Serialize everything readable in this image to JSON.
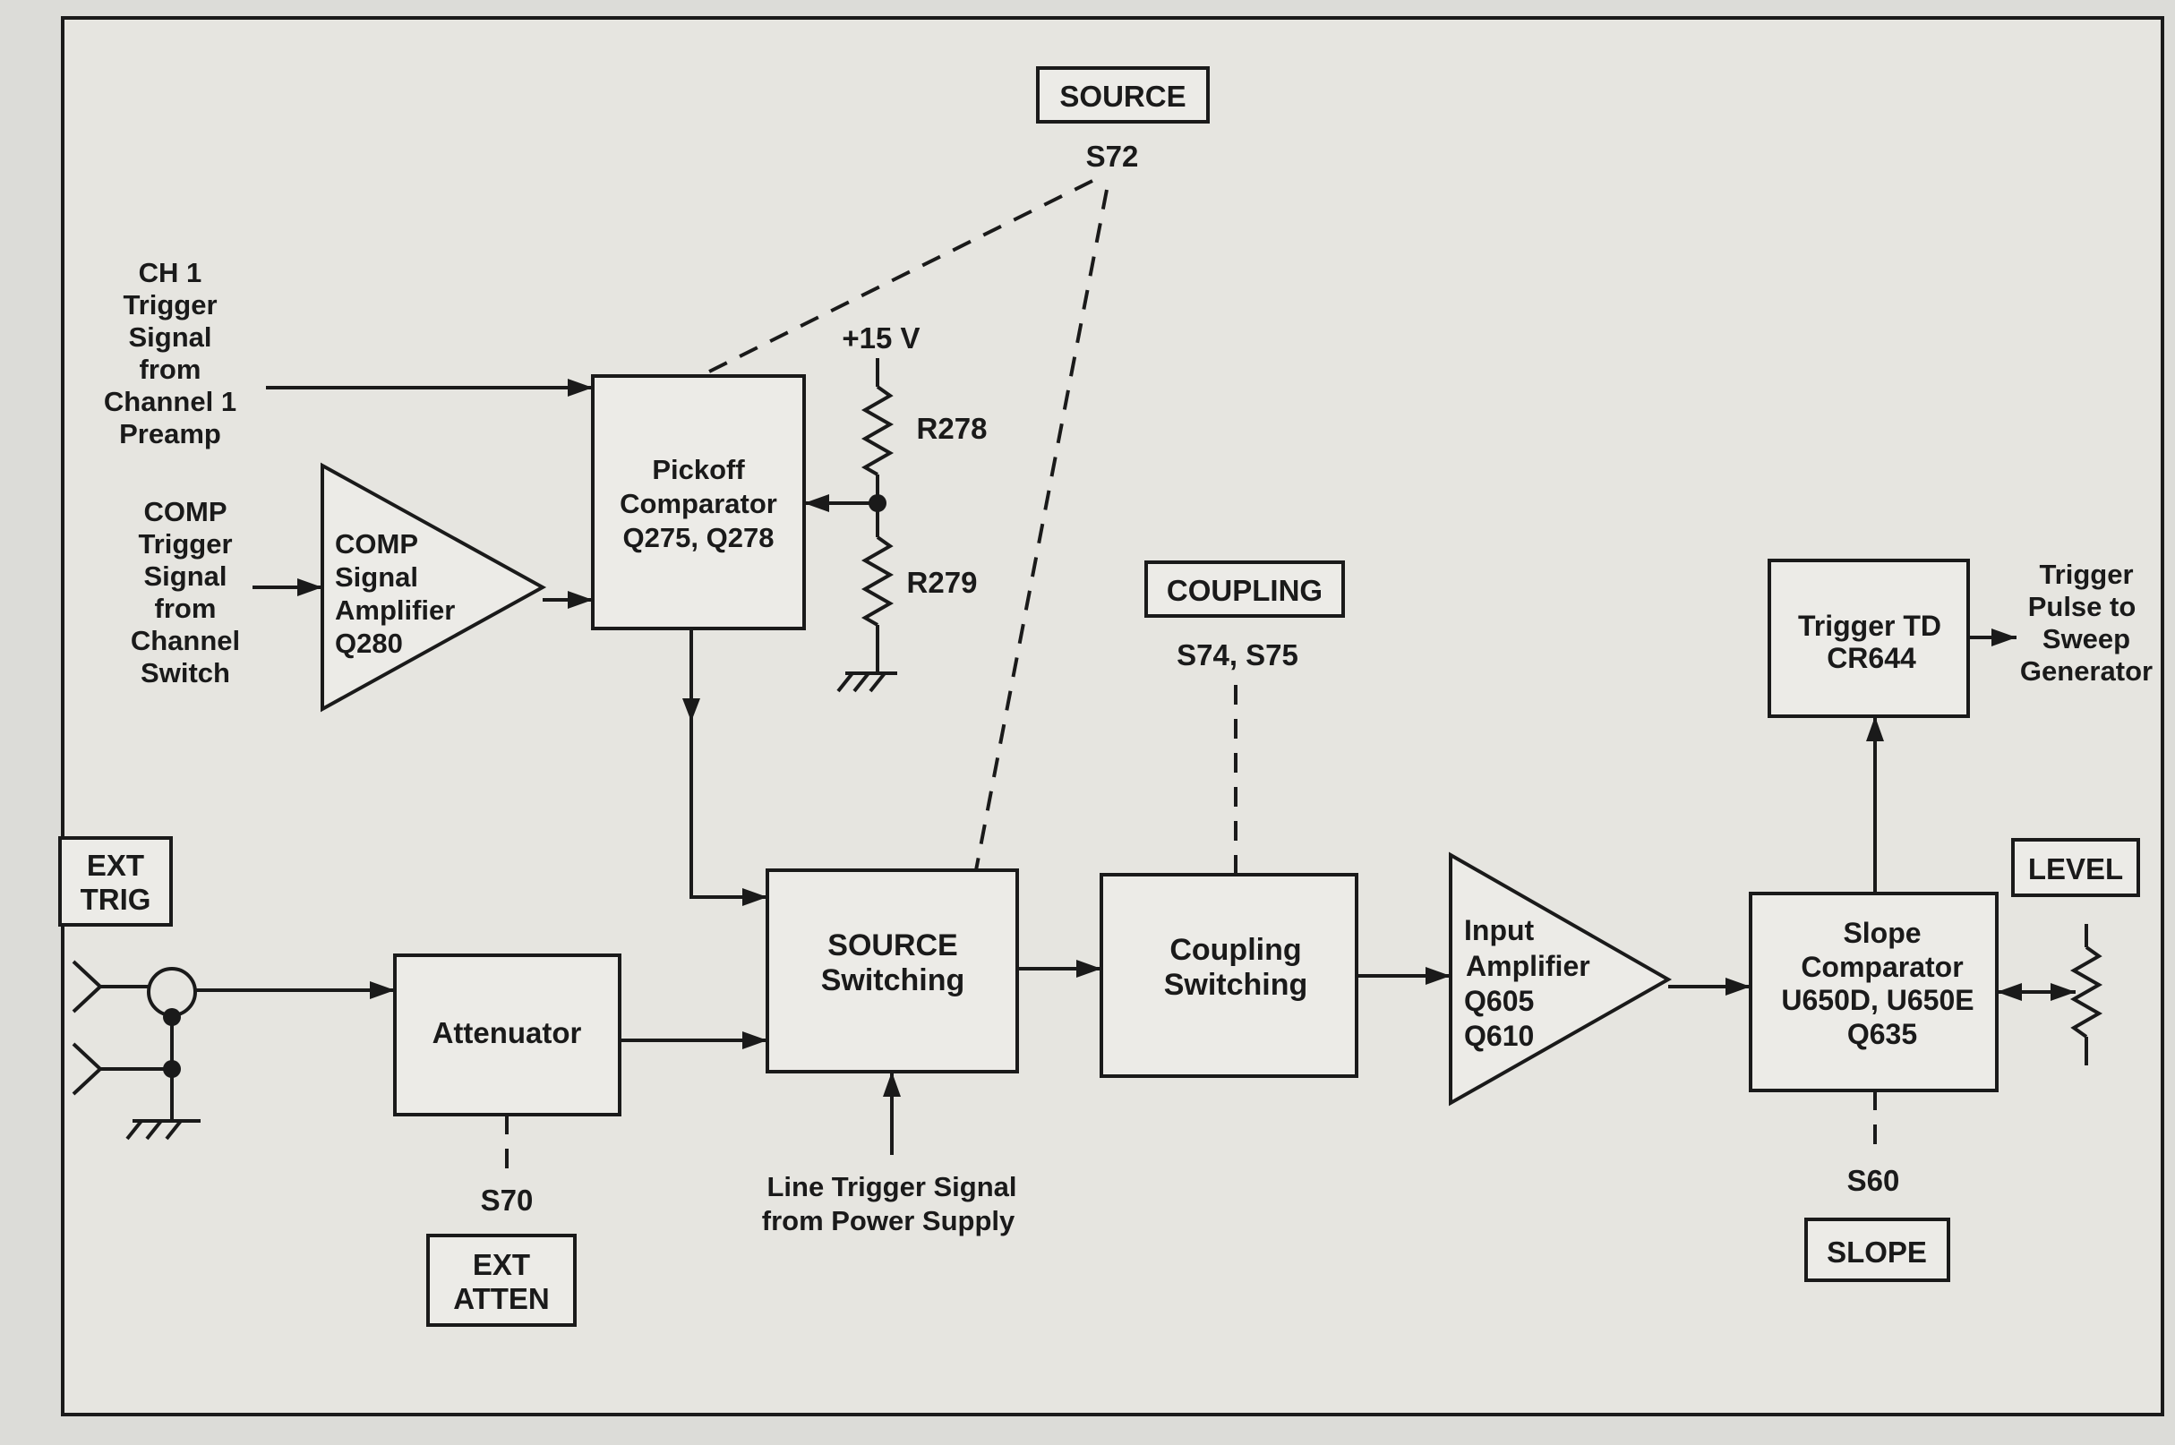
{
  "inputs": {
    "ch1": [
      "CH 1",
      "Trigger",
      "Signal",
      "from",
      "Channel 1",
      "Preamp"
    ],
    "comp": [
      "COMP",
      "Trigger",
      "Signal",
      "from",
      "Channel",
      "Switch"
    ]
  },
  "blocks": {
    "comp_amp": [
      "COMP",
      "Signal",
      "Amplifier",
      "Q280"
    ],
    "pickoff": [
      "Pickoff",
      "Comparator",
      "Q275, Q278"
    ],
    "attenuator": "Attenuator",
    "source_switching": [
      "SOURCE",
      "Switching"
    ],
    "coupling_switching": [
      "Coupling",
      "Switching"
    ],
    "input_amp": [
      "Input",
      "Amplifier",
      "Q605",
      "Q610"
    ],
    "slope_comp": [
      "Slope",
      "Comparator",
      "U650D, U650E",
      "Q635"
    ],
    "trigger_td": [
      "Trigger TD",
      "CR644"
    ]
  },
  "supply": {
    "voltage": "+15 V",
    "r_top": "R278",
    "r_bottom": "R279"
  },
  "controls": {
    "source": {
      "name": "SOURCE",
      "switch": "S72"
    },
    "coupling": {
      "name": "COUPLING",
      "switch": "S74, S75"
    },
    "ext_trig": [
      "EXT",
      "TRIG"
    ],
    "ext_atten": {
      "name": [
        "EXT",
        "ATTEN"
      ],
      "switch": "S70"
    },
    "level": "LEVEL",
    "slope": {
      "name": "SLOPE",
      "switch": "S60"
    }
  },
  "line_trigger": [
    "Line Trigger Signal",
    "from Power Supply"
  ],
  "output": [
    "Trigger",
    "Pulse to",
    "Sweep",
    "Generator"
  ]
}
